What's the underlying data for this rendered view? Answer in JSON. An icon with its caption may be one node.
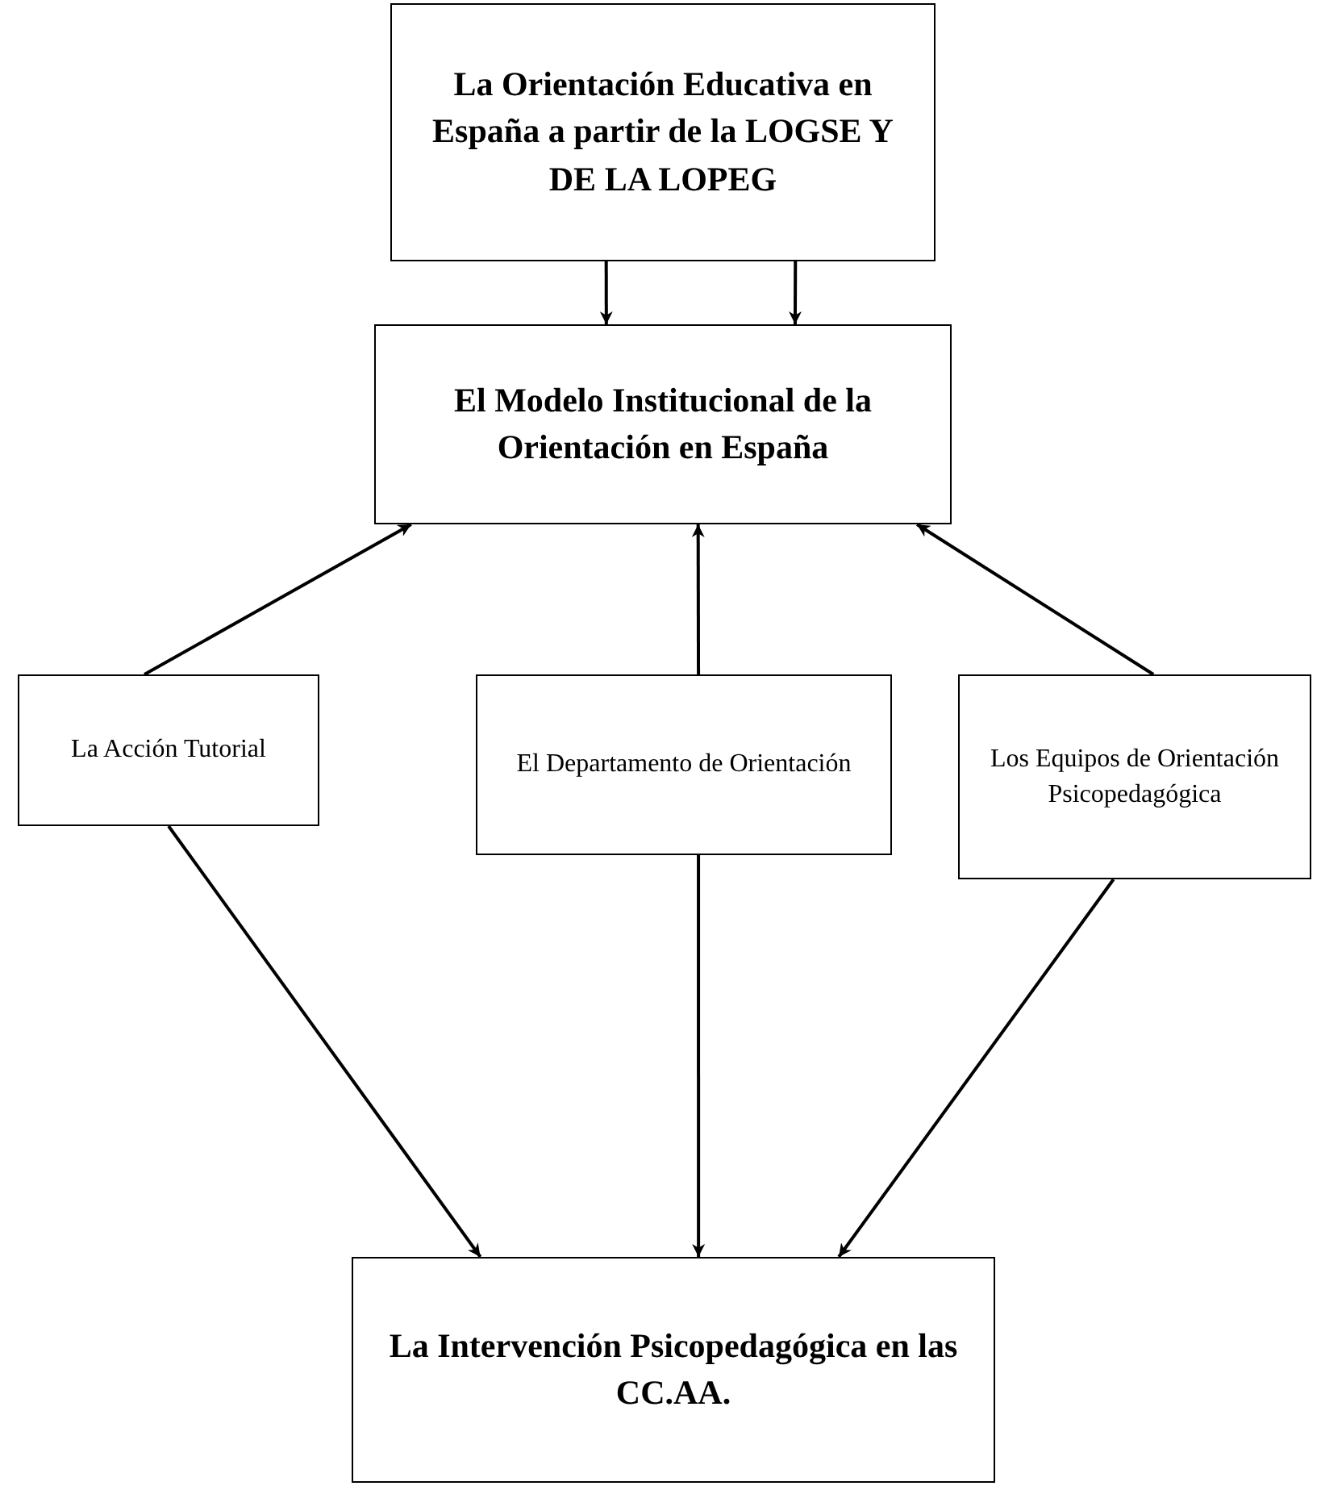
{
  "diagram": {
    "nodes": [
      {
        "text": [
          "La Orientación Educativa en España a partir de la LOGSE Y DE LA LOPEG"
        ]
      },
      {
        "text": [
          "El Modelo Institucional de la Orientación en España"
        ]
      },
      {
        "text": [
          "La Acción Tutorial"
        ]
      },
      {
        "text": [
          "El Departamento de Orientación"
        ]
      },
      {
        "text": [
          "Los Equipos de Orientación Psicopedagógica"
        ]
      },
      {
        "text": [
          "La Intervención Psicopedagógica en las CC.AA."
        ]
      }
    ],
    "edges": [
      {
        "from": 0,
        "to": 1,
        "arrow": "to"
      },
      {
        "from": 0,
        "to": 1,
        "arrow": "to"
      },
      {
        "from": 2,
        "to": 1,
        "arrow": "to"
      },
      {
        "from": 3,
        "to": 1,
        "arrow": "to"
      },
      {
        "from": 4,
        "to": 1,
        "arrow": "to"
      },
      {
        "from": 2,
        "to": 5,
        "arrow": "to"
      },
      {
        "from": 3,
        "to": 5,
        "arrow": "to"
      },
      {
        "from": 4,
        "to": 5,
        "arrow": "to"
      }
    ]
  }
}
